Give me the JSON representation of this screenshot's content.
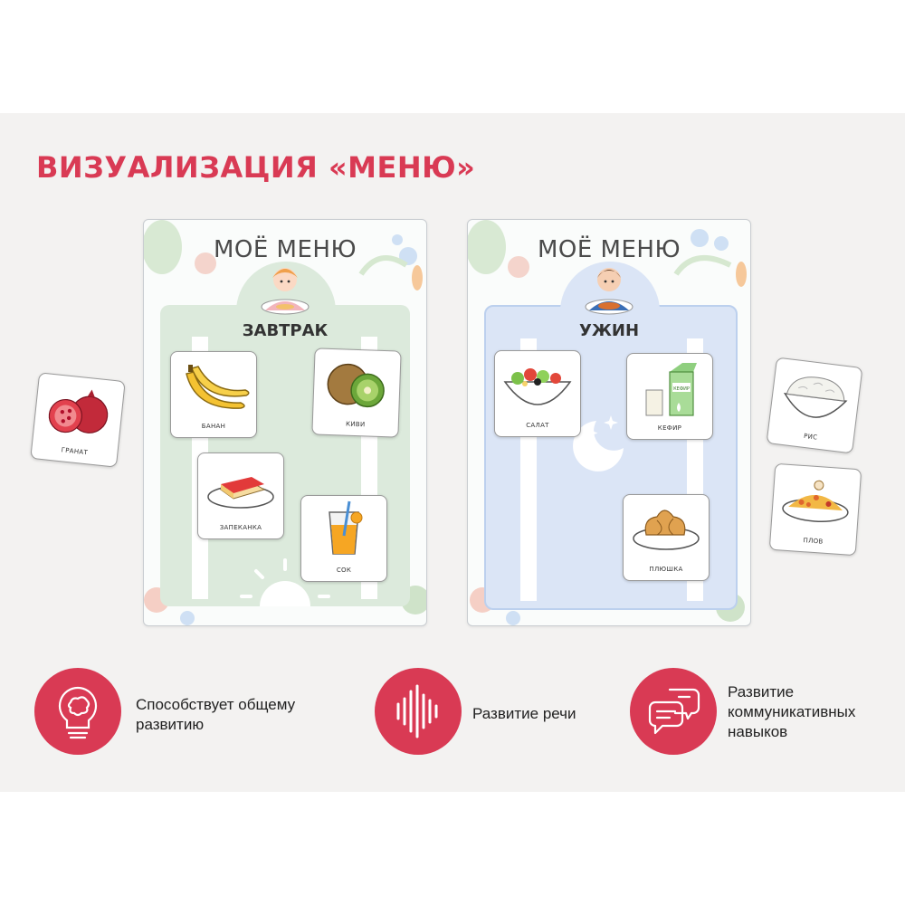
{
  "headline": "ВИЗУАЛИЗАЦИЯ «МЕНЮ»",
  "posters": [
    {
      "title": "МОЁ МЕНЮ",
      "meal": "ЗАВТРАК",
      "panel_color": "#dceadc",
      "cards": [
        "БАНАН",
        "КИВИ",
        "ЗАПЕКАНКА",
        "СОК"
      ]
    },
    {
      "title": "МОЁ МЕНЮ",
      "meal": "УЖИН",
      "panel_color": "#dbe5f6",
      "cards": [
        "САЛАТ",
        "КЕФИР",
        "ПЛЮШКА"
      ],
      "kefir_pack_text": "КЕФИР"
    }
  ],
  "loose_cards": [
    "ГРАНАТ",
    "РИС",
    "ПЛОВ"
  ],
  "features": [
    {
      "icon": "brain-lightbulb-icon",
      "text_line1": "Способствует общему",
      "text_line2": "развитию"
    },
    {
      "icon": "sound-wave-icon",
      "text_line1": "Развитие речи"
    },
    {
      "icon": "chat-bubbles-icon",
      "text_line1": "Развитие",
      "text_line2": "коммуникативных",
      "text_line3": "навыков"
    }
  ],
  "colors": {
    "accent": "#d93a54",
    "band": "#f3f2f1",
    "breakfast_panel": "#dceadc",
    "dinner_panel": "#dbe5f6"
  }
}
